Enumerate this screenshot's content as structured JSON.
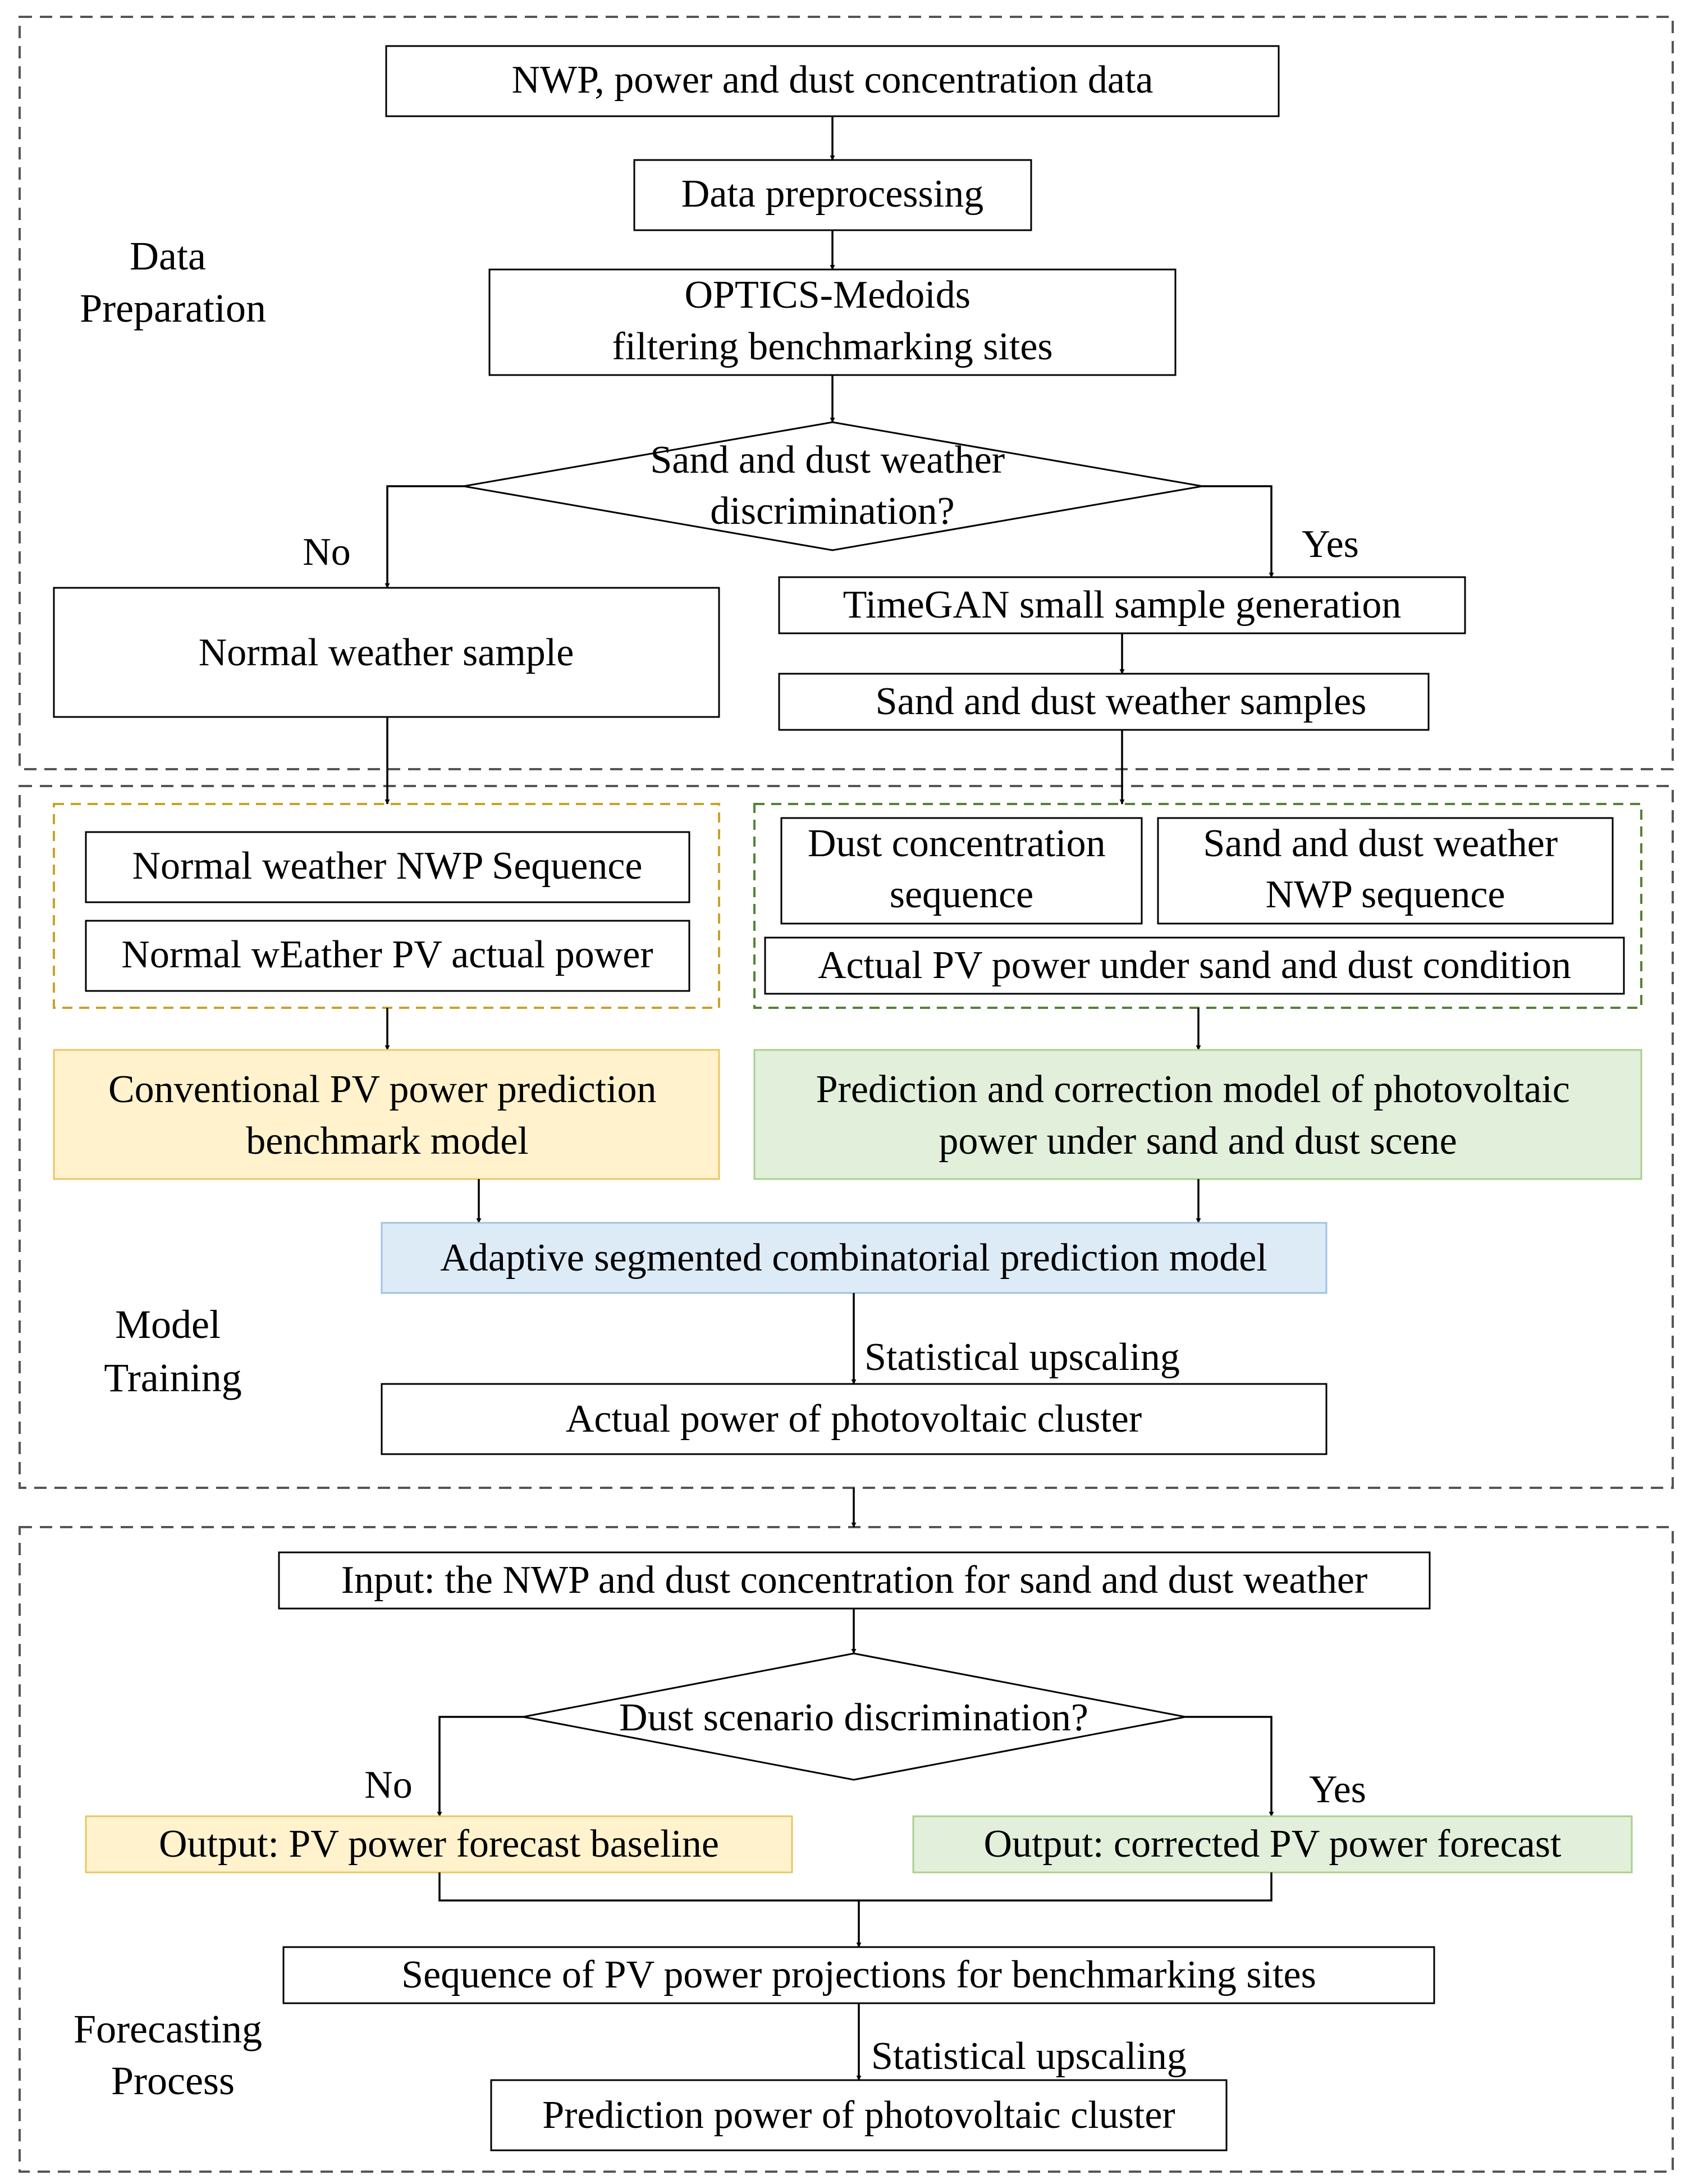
{
  "sections": {
    "data_preparation": [
      "Data",
      "Preparation"
    ],
    "model_training": [
      "Model",
      "Training"
    ],
    "forecasting_process": [
      "Forecasting",
      "Process"
    ]
  },
  "data_prep": {
    "input": "NWP, power  and dust concentration data",
    "preprocessing": "Data preprocessing",
    "optics": [
      "OPTICS-Medoids",
      "filtering benchmarking sites"
    ],
    "decision": [
      "Sand and dust  weather",
      "discrimination?"
    ],
    "no_label": "No",
    "yes_label": "Yes",
    "normal_sample": "Normal weather sample",
    "timegan": "TimeGAN small sample generation",
    "sand_samples": "Sand and dust weather samples"
  },
  "model_training": {
    "normal_nwp": "Normal weather NWP Sequence",
    "normal_power": "Normal wEather PV actual power",
    "dust_concentration": [
      "Dust concentration",
      "sequence"
    ],
    "sand_nwp": [
      "Sand and dust weather",
      "NWP sequence"
    ],
    "actual_sand_power": "Actual PV power under sand and dust condition",
    "conventional_model": [
      "Conventional PV power prediction",
      "benchmark model"
    ],
    "correction_model": [
      "Prediction and correction model of photovoltaic",
      "power under sand and dust scene"
    ],
    "adaptive_model": "Adaptive segmented combinatorial prediction model",
    "upscaling": "Statistical upscaling",
    "actual_cluster": "Actual power of photovoltaic cluster"
  },
  "forecasting": {
    "input": "Input: the NWP and dust concentration for sand and dust weather",
    "decision": "Dust scenario discrimination?",
    "no_label": "No",
    "yes_label": "Yes",
    "baseline": "Output: PV power forecast baseline",
    "corrected": "Output: corrected PV power forecast",
    "sequence": "Sequence of PV power projections for benchmarking sites",
    "upscaling": "Statistical upscaling",
    "prediction_cluster": "Prediction power of photovoltaic cluster"
  },
  "colors": {
    "yellow_fill": "#FFF2CC",
    "yellow_stroke": "#E8C766",
    "green_fill": "#E2EFDA",
    "green_stroke": "#A9D08E",
    "blue_fill": "#DDEBF7",
    "blue_stroke": "#9DC3E6",
    "yellow_dash": "#C9A227",
    "green_dash": "#548235"
  }
}
